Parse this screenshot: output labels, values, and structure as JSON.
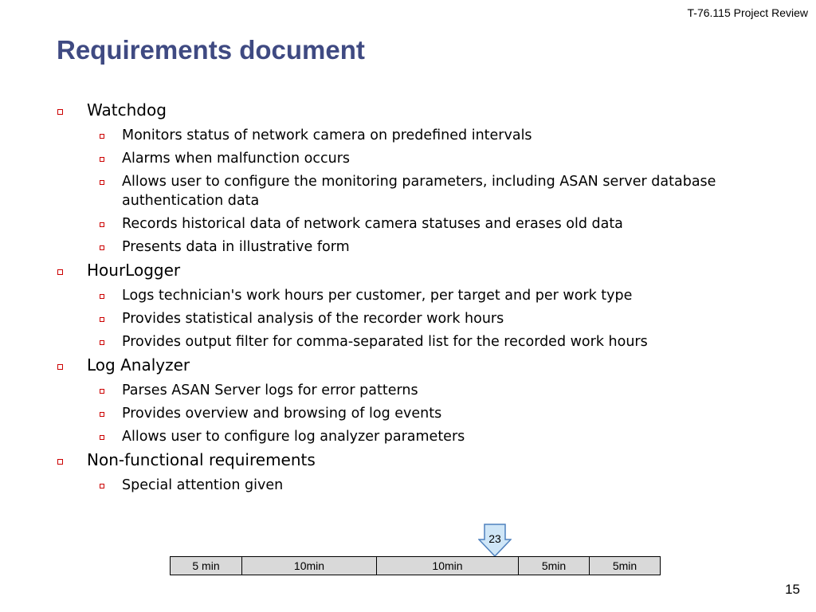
{
  "header": {
    "text": "T-76.115 Project Review"
  },
  "title": "Requirements document",
  "sections": [
    {
      "label": "Watchdog",
      "items": [
        "Monitors status of network camera on predefined intervals",
        "Alarms when malfunction occurs",
        "Allows user to configure the monitoring parameters, including ASAN server database authentication data",
        "Records historical data of network camera statuses and erases old data",
        "Presents data in illustrative form"
      ]
    },
    {
      "label": "HourLogger",
      "items": [
        "Logs technician's work hours per customer, per target and per work type",
        "Provides statistical analysis of the recorder work hours",
        "Provides output filter for comma-separated list for the recorded work hours"
      ]
    },
    {
      "label": "Log Analyzer",
      "items": [
        "Parses ASAN Server logs for error patterns",
        "Provides overview and browsing of log events",
        "Allows user to configure log analyzer parameters"
      ]
    },
    {
      "label": "Non-functional requirements",
      "items": [
        "Special attention given"
      ]
    }
  ],
  "timeline": {
    "segments": [
      "5 min",
      "10min",
      "10min",
      "5min",
      "5min"
    ],
    "marker_label": "23"
  },
  "page_number": "15",
  "colors": {
    "title": "#3f4a82",
    "bullet": "#cc0000",
    "segment_fill": "#d9d9d9",
    "marker_fill": "#cfe6f7",
    "marker_stroke": "#4f81bd"
  }
}
